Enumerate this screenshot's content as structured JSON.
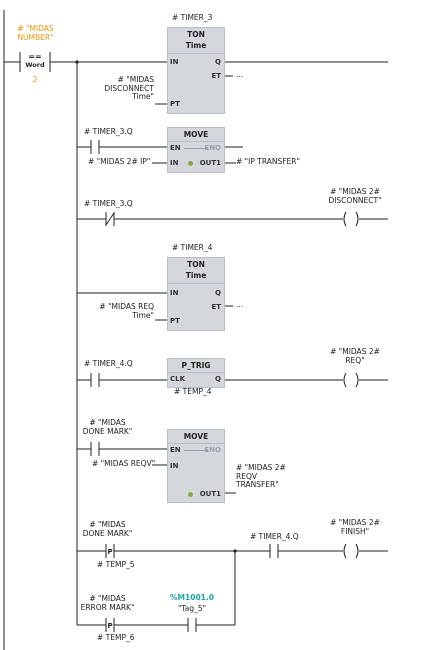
{
  "network": {
    "input_tag": "# \"MIDAS\nNUMBER\"",
    "cmp_op": "==",
    "cmp_type": "Word",
    "cmp_value": "2",
    "timer3_name": "# TIMER_3",
    "timer3_type": "TON",
    "timer3_sub": "Time",
    "timer3_pt": "# \"MIDAS\nDISCONNECT\nTime\"",
    "timer3_et": "...",
    "timer3q_contact": "# TIMER_3.Q",
    "move1_title": "MOVE",
    "move1_in": "# \"MIDAS 2#  IP\"",
    "move1_out": "# \"IP TRANSFER\"",
    "timer3q_nc_contact": "# TIMER_3.Q",
    "coil_disconnect": "# \"MIDAS 2#\nDISCONNECT\"",
    "timer4_name": "# TIMER_4",
    "timer4_type": "TON",
    "timer4_sub": "Time",
    "timer4_pt": "# \"MIDAS REQ\nTime\"",
    "timer4_et": "...",
    "timer4q_contact": "# TIMER_4.Q",
    "ptrig_title": "P_TRIG",
    "ptrig_temp": "# TEMP_4",
    "coil_req": "# \"MIDAS 2#\nREQ\"",
    "done_mark_contact": "# \"MIDAS\nDONE MARK\"",
    "move2_title": "MOVE",
    "move2_in": "# \"MIDAS REQV\"",
    "move2_out": "# \"MIDAS 2#\nREQV\nTRANSFER\"",
    "done_mark_p": "# \"MIDAS\nDONE MARK\"",
    "temp5": "# TEMP_5",
    "timer4q_finish": "# TIMER_4.Q",
    "coil_finish": "# \"MIDAS 2#\nFINISH\"",
    "error_mark_p": "# \"MIDAS\nERROR MARK\"",
    "temp6": "# TEMP_6",
    "m1001_addr": "%M1001.0",
    "m1001_tag": "\"Tag_5\""
  },
  "pins": {
    "in": "IN",
    "q": "Q",
    "et": "ET",
    "pt": "PT",
    "en": "EN",
    "eno": "ENO",
    "out1": "OUT1",
    "clk": "CLK"
  }
}
